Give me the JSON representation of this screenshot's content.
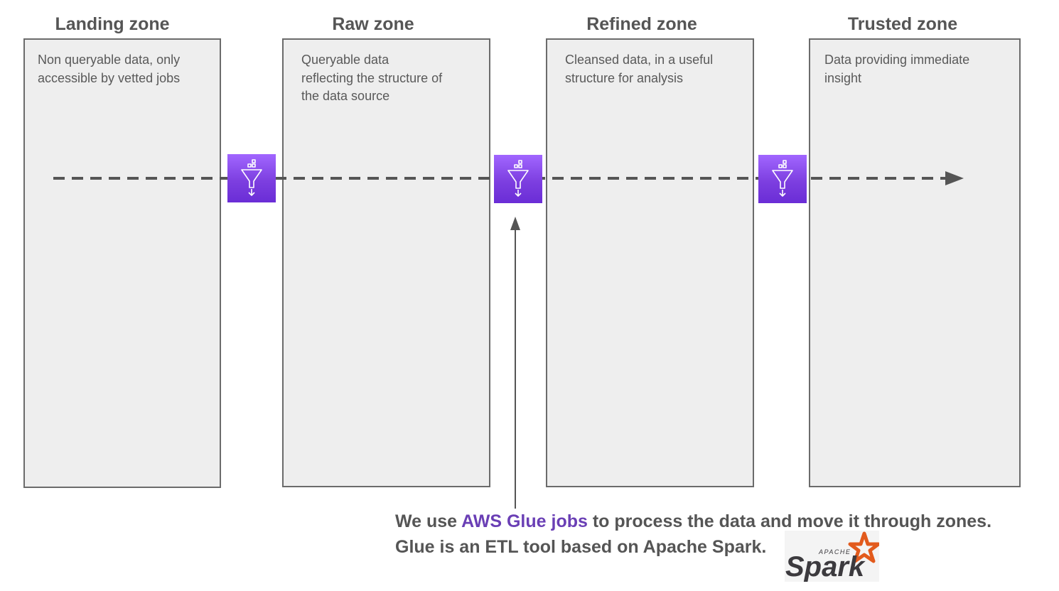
{
  "zones": [
    {
      "title": "Landing zone",
      "description": "Non queryable data, only\naccessible by vetted jobs"
    },
    {
      "title": "Raw zone",
      "description": "Queryable data\nreflecting the structure of\nthe data source"
    },
    {
      "title": "Refined zone",
      "description": "Cleansed data, in a useful\nstructure for analysis"
    },
    {
      "title": "Trusted zone",
      "description": "Data providing immediate\ninsight"
    }
  ],
  "glue_icon": "aws-glue-funnel-icon",
  "footer": {
    "line1_prefix": "We use ",
    "line1_highlight": "AWS Glue jobs",
    "line1_suffix": " to process the data and move it through zones.",
    "line2": "Glue is an ETL tool based on Apache Spark."
  },
  "logo": {
    "apache": "APACHE",
    "spark": "Spark"
  },
  "colors": {
    "zone_fill": "#eeeeee",
    "zone_border": "#6b6b6b",
    "text": "#555555",
    "glue_purple": "#7d3fe0",
    "highlight": "#6a3fb5",
    "spark_orange": "#e25a1c",
    "spark_text": "#3c3a3e"
  }
}
